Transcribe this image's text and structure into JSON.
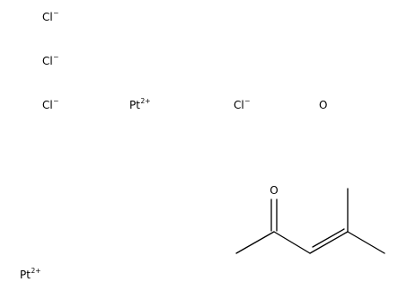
{
  "ions": {
    "chloride_1": {
      "symbol": "Cl",
      "charge": "−"
    },
    "chloride_2": {
      "symbol": "Cl",
      "charge": "−"
    },
    "chloride_3": {
      "symbol": "Cl",
      "charge": "−"
    },
    "chloride_4": {
      "symbol": "Cl",
      "charge": "−"
    },
    "platinum_1": {
      "symbol": "Pt",
      "charge": "2+"
    },
    "platinum_2": {
      "symbol": "Pt",
      "charge": "2+"
    }
  },
  "oxygen_atom": {
    "symbol": "O"
  },
  "mesityl_oxide": {
    "carbonyl_oxygen": "O"
  }
}
